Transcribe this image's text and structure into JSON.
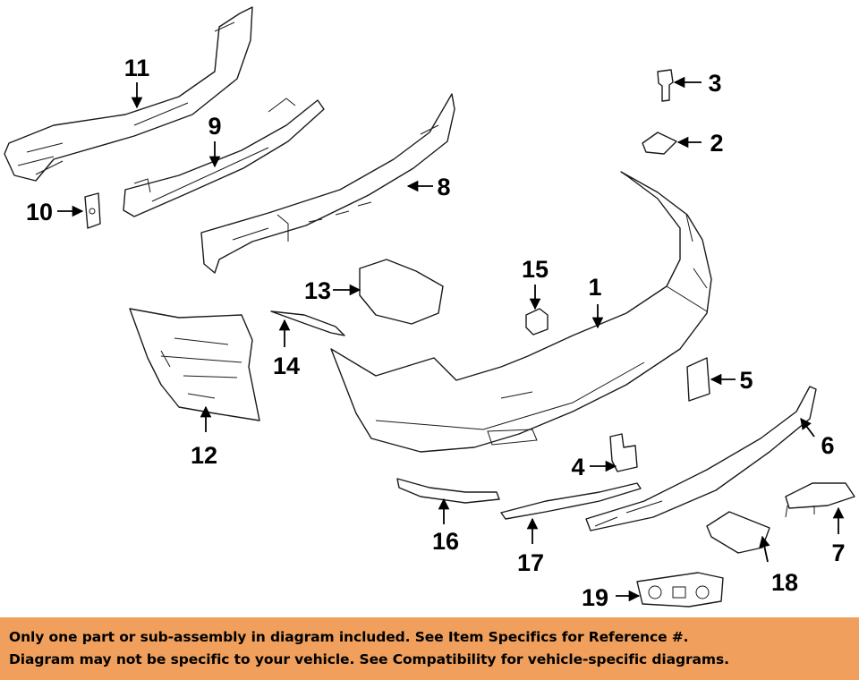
{
  "diagram": {
    "callouts": [
      {
        "id": "1",
        "label": "1"
      },
      {
        "id": "2",
        "label": "2"
      },
      {
        "id": "3",
        "label": "3"
      },
      {
        "id": "4",
        "label": "4"
      },
      {
        "id": "5",
        "label": "5"
      },
      {
        "id": "6",
        "label": "6"
      },
      {
        "id": "7",
        "label": "7"
      },
      {
        "id": "8",
        "label": "8"
      },
      {
        "id": "9",
        "label": "9"
      },
      {
        "id": "10",
        "label": "10"
      },
      {
        "id": "11",
        "label": "11"
      },
      {
        "id": "12",
        "label": "12"
      },
      {
        "id": "13",
        "label": "13"
      },
      {
        "id": "14",
        "label": "14"
      },
      {
        "id": "15",
        "label": "15"
      },
      {
        "id": "16",
        "label": "16"
      },
      {
        "id": "17",
        "label": "17"
      },
      {
        "id": "18",
        "label": "18"
      },
      {
        "id": "19",
        "label": "19"
      }
    ]
  },
  "footer": {
    "line1": "Only one part or sub-assembly in diagram included. See Item Specifics for Reference #.",
    "line2": "Diagram may not be specific to your vehicle. See Compatibility for vehicle-specific diagrams.",
    "background": "#f0a05c"
  }
}
